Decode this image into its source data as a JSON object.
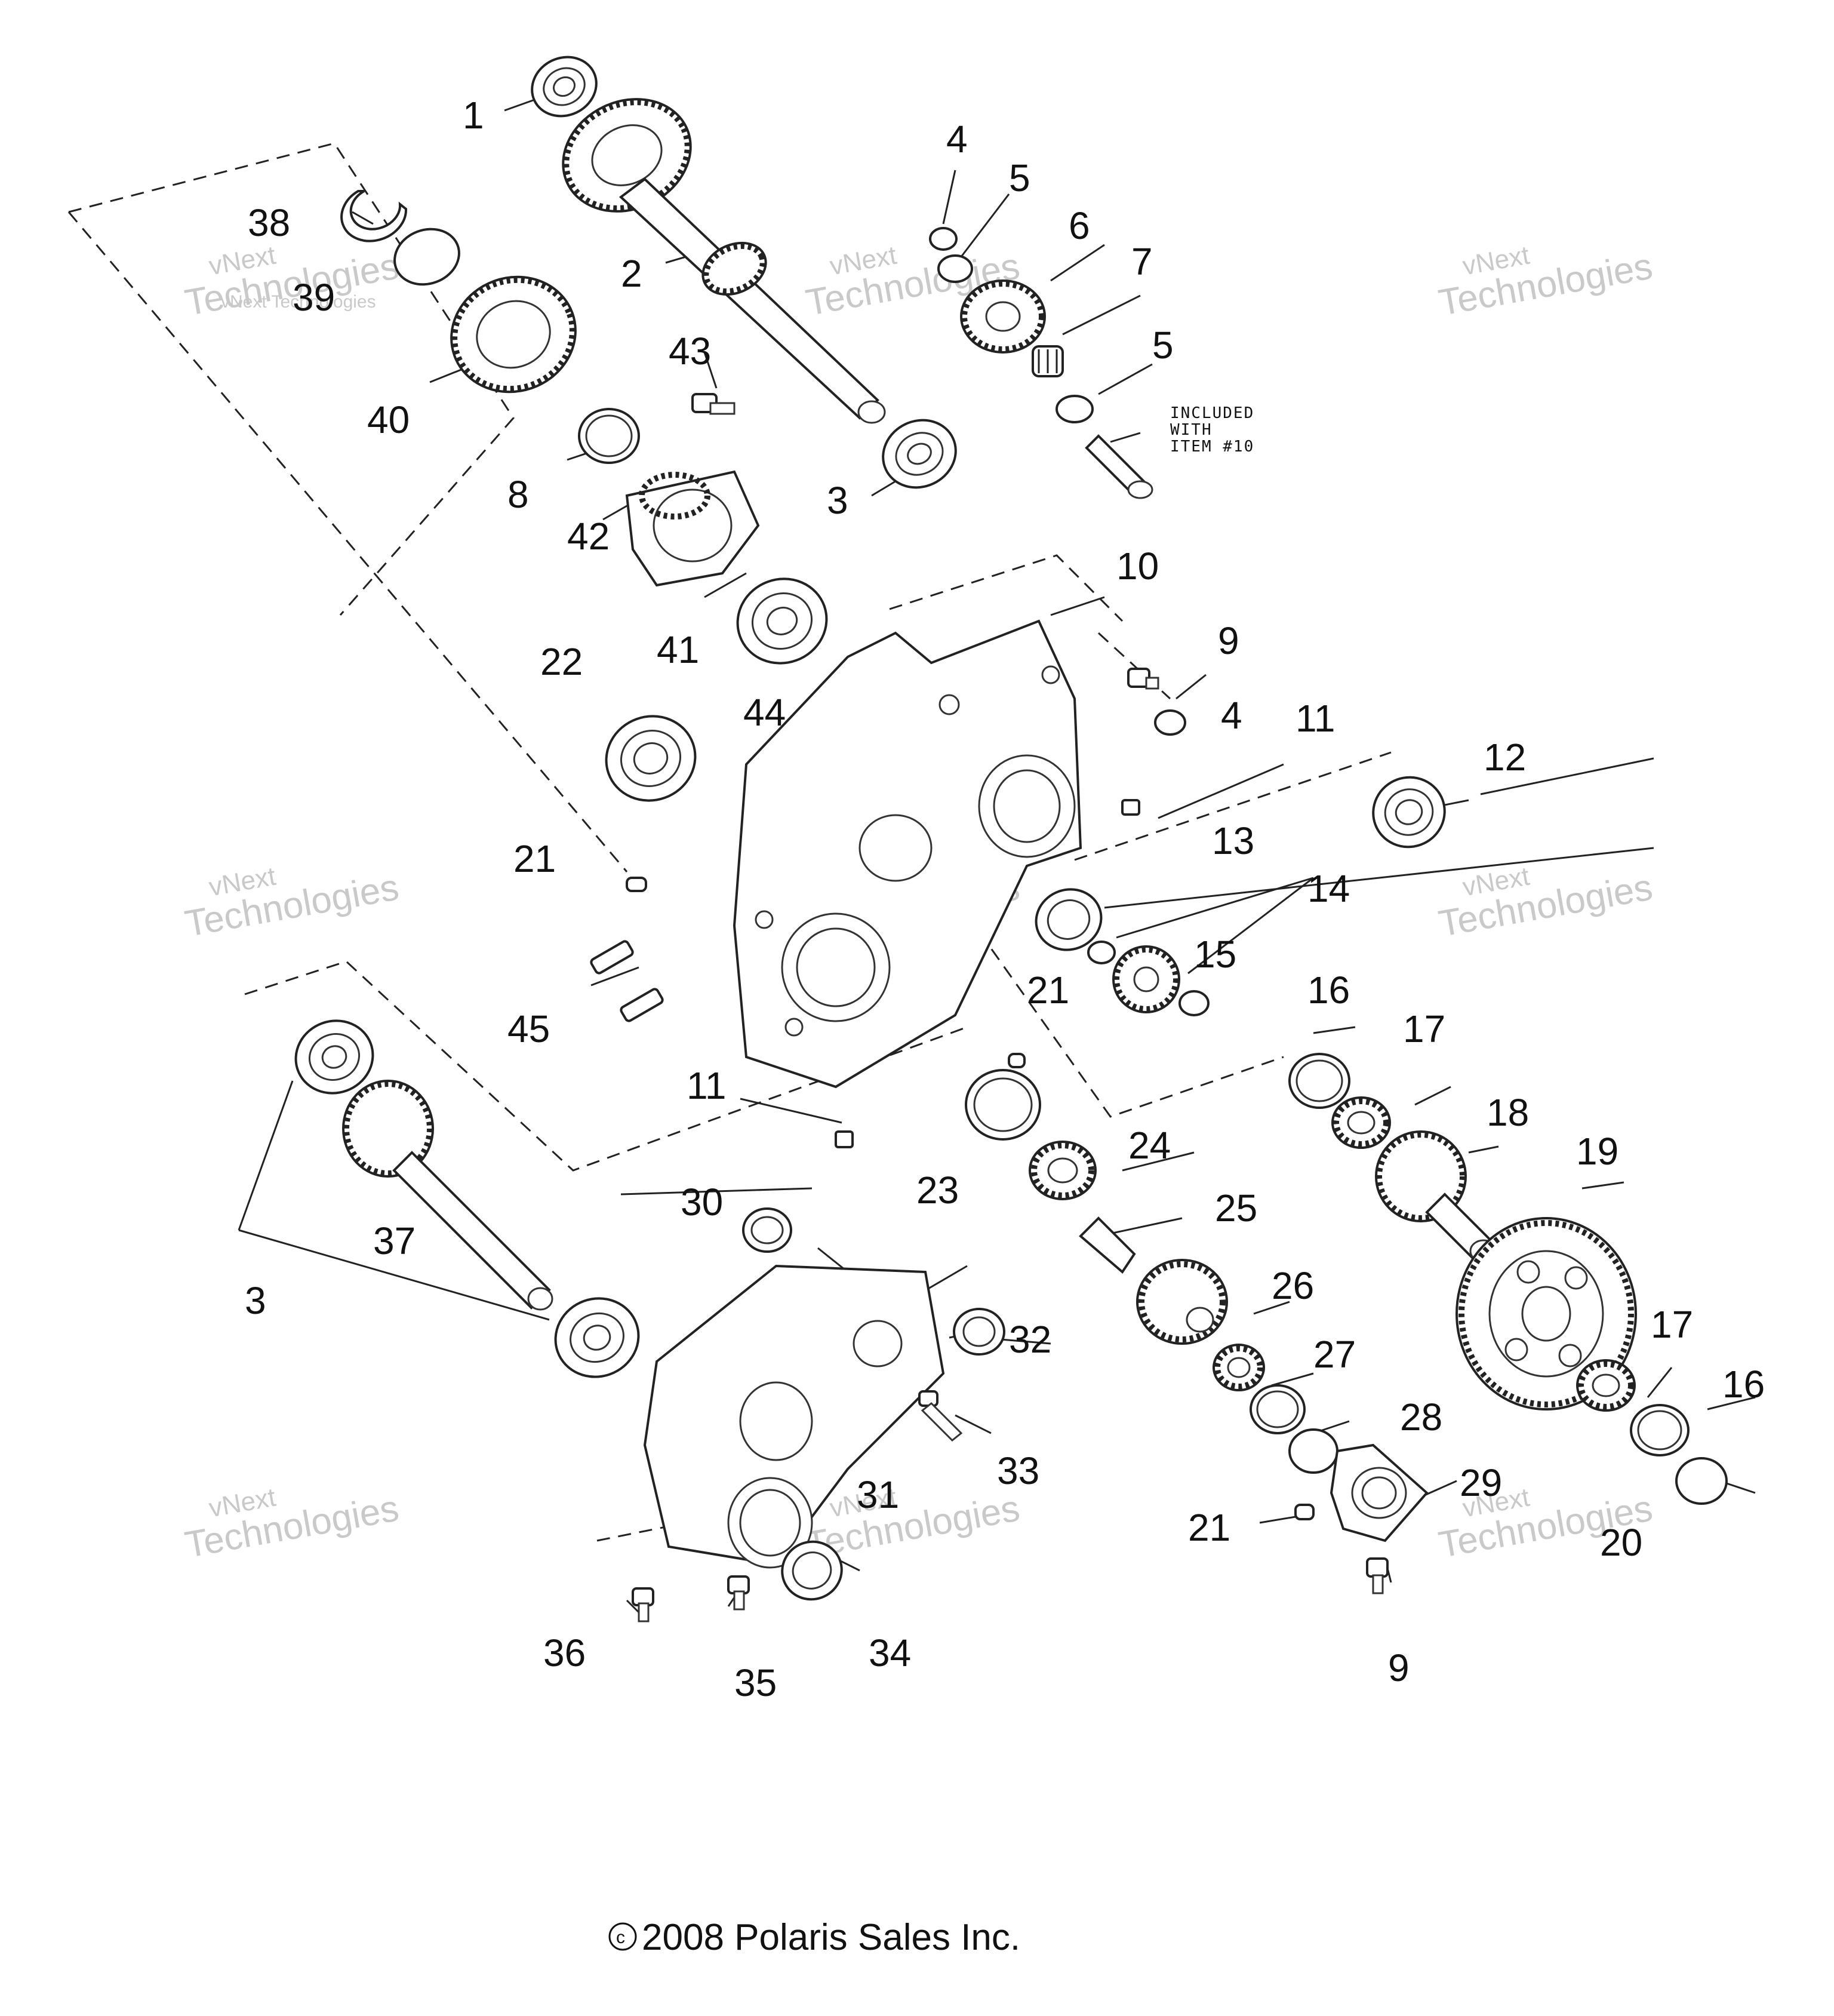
{
  "diagram": {
    "callouts": [
      {
        "id": "c1",
        "label": "1"
      },
      {
        "id": "c2",
        "label": "2"
      },
      {
        "id": "c3a",
        "label": "3"
      },
      {
        "id": "c3b",
        "label": "3"
      },
      {
        "id": "c4a",
        "label": "4"
      },
      {
        "id": "c4b",
        "label": "4"
      },
      {
        "id": "c5a",
        "label": "5"
      },
      {
        "id": "c5b",
        "label": "5"
      },
      {
        "id": "c6",
        "label": "6"
      },
      {
        "id": "c7",
        "label": "7"
      },
      {
        "id": "c8",
        "label": "8"
      },
      {
        "id": "c9a",
        "label": "9"
      },
      {
        "id": "c9b",
        "label": "9"
      },
      {
        "id": "c10",
        "label": "10"
      },
      {
        "id": "c11a",
        "label": "11"
      },
      {
        "id": "c11b",
        "label": "11"
      },
      {
        "id": "c12",
        "label": "12"
      },
      {
        "id": "c13",
        "label": "13"
      },
      {
        "id": "c14",
        "label": "14"
      },
      {
        "id": "c15",
        "label": "15"
      },
      {
        "id": "c16a",
        "label": "16"
      },
      {
        "id": "c16b",
        "label": "16"
      },
      {
        "id": "c17a",
        "label": "17"
      },
      {
        "id": "c17b",
        "label": "17"
      },
      {
        "id": "c18",
        "label": "18"
      },
      {
        "id": "c19",
        "label": "19"
      },
      {
        "id": "c20",
        "label": "20"
      },
      {
        "id": "c21a",
        "label": "21"
      },
      {
        "id": "c21b",
        "label": "21"
      },
      {
        "id": "c21c",
        "label": "21"
      },
      {
        "id": "c22",
        "label": "22"
      },
      {
        "id": "c23",
        "label": "23"
      },
      {
        "id": "c24",
        "label": "24"
      },
      {
        "id": "c25",
        "label": "25"
      },
      {
        "id": "c26",
        "label": "26"
      },
      {
        "id": "c27",
        "label": "27"
      },
      {
        "id": "c28",
        "label": "28"
      },
      {
        "id": "c29",
        "label": "29"
      },
      {
        "id": "c30",
        "label": "30"
      },
      {
        "id": "c31",
        "label": "31"
      },
      {
        "id": "c32",
        "label": "32"
      },
      {
        "id": "c33",
        "label": "33"
      },
      {
        "id": "c34",
        "label": "34"
      },
      {
        "id": "c35",
        "label": "35"
      },
      {
        "id": "c36",
        "label": "36"
      },
      {
        "id": "c37",
        "label": "37"
      },
      {
        "id": "c38",
        "label": "38"
      },
      {
        "id": "c39",
        "label": "39"
      },
      {
        "id": "c40",
        "label": "40"
      },
      {
        "id": "c41",
        "label": "41"
      },
      {
        "id": "c42",
        "label": "42"
      },
      {
        "id": "c43",
        "label": "43"
      },
      {
        "id": "c44",
        "label": "44"
      },
      {
        "id": "c45",
        "label": "45"
      }
    ],
    "note_lines": [
      "INCLUDED",
      "WITH",
      "ITEM #10"
    ],
    "watermark": {
      "line1": "vNext Technologies",
      "line2": "vNext",
      "line3": "Technologies"
    },
    "copyright": "2008 Polaris Sales Inc.",
    "copyright_symbol": "©"
  }
}
